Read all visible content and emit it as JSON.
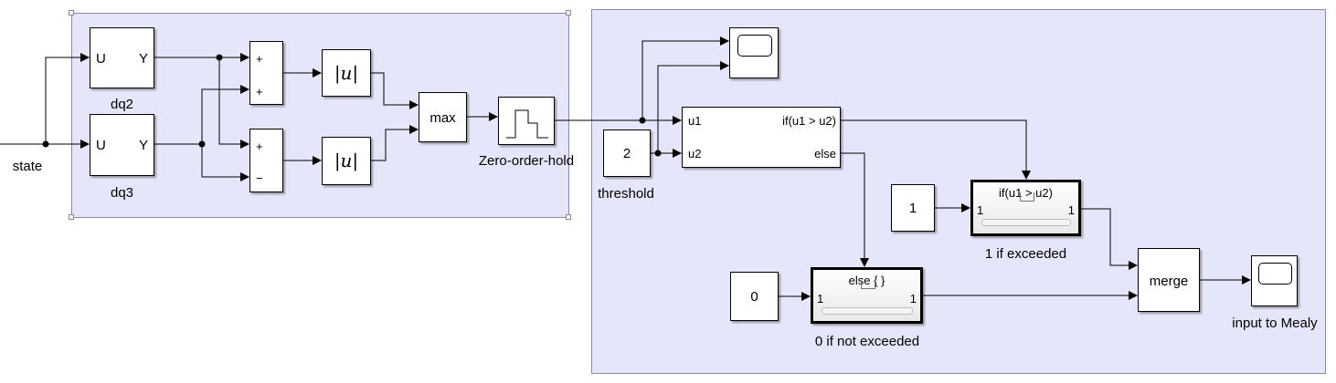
{
  "labels": {
    "state": "state",
    "dq2": "dq2",
    "dq3": "dq3",
    "zoh": "Zero-order-hold",
    "threshold": "threshold",
    "exceeded": "1 if exceeded",
    "not_exceeded": "0 if not exceeded",
    "mealy": "input to Mealy"
  },
  "blocks": {
    "dq2": {
      "in": "U",
      "out": "Y"
    },
    "dq3": {
      "in": "U",
      "out": "Y"
    },
    "sum1": {
      "p1": "+",
      "p2": "+"
    },
    "sum2": {
      "p1": "+",
      "p2": "−"
    },
    "abs1": "|u|",
    "abs2": "|u|",
    "max": "max",
    "threshold_value": "2",
    "if_block": {
      "in1": "u1",
      "in2": "u2",
      "out1": "if(u1 > u2)",
      "out2": "else"
    },
    "const_one": "1",
    "const_zero": "0",
    "if_action": {
      "title": "if(u1 > u2)",
      "in": "1",
      "out": "1"
    },
    "else_action": {
      "title": "else { }",
      "in": "1",
      "out": "1"
    },
    "merge": "merge"
  }
}
